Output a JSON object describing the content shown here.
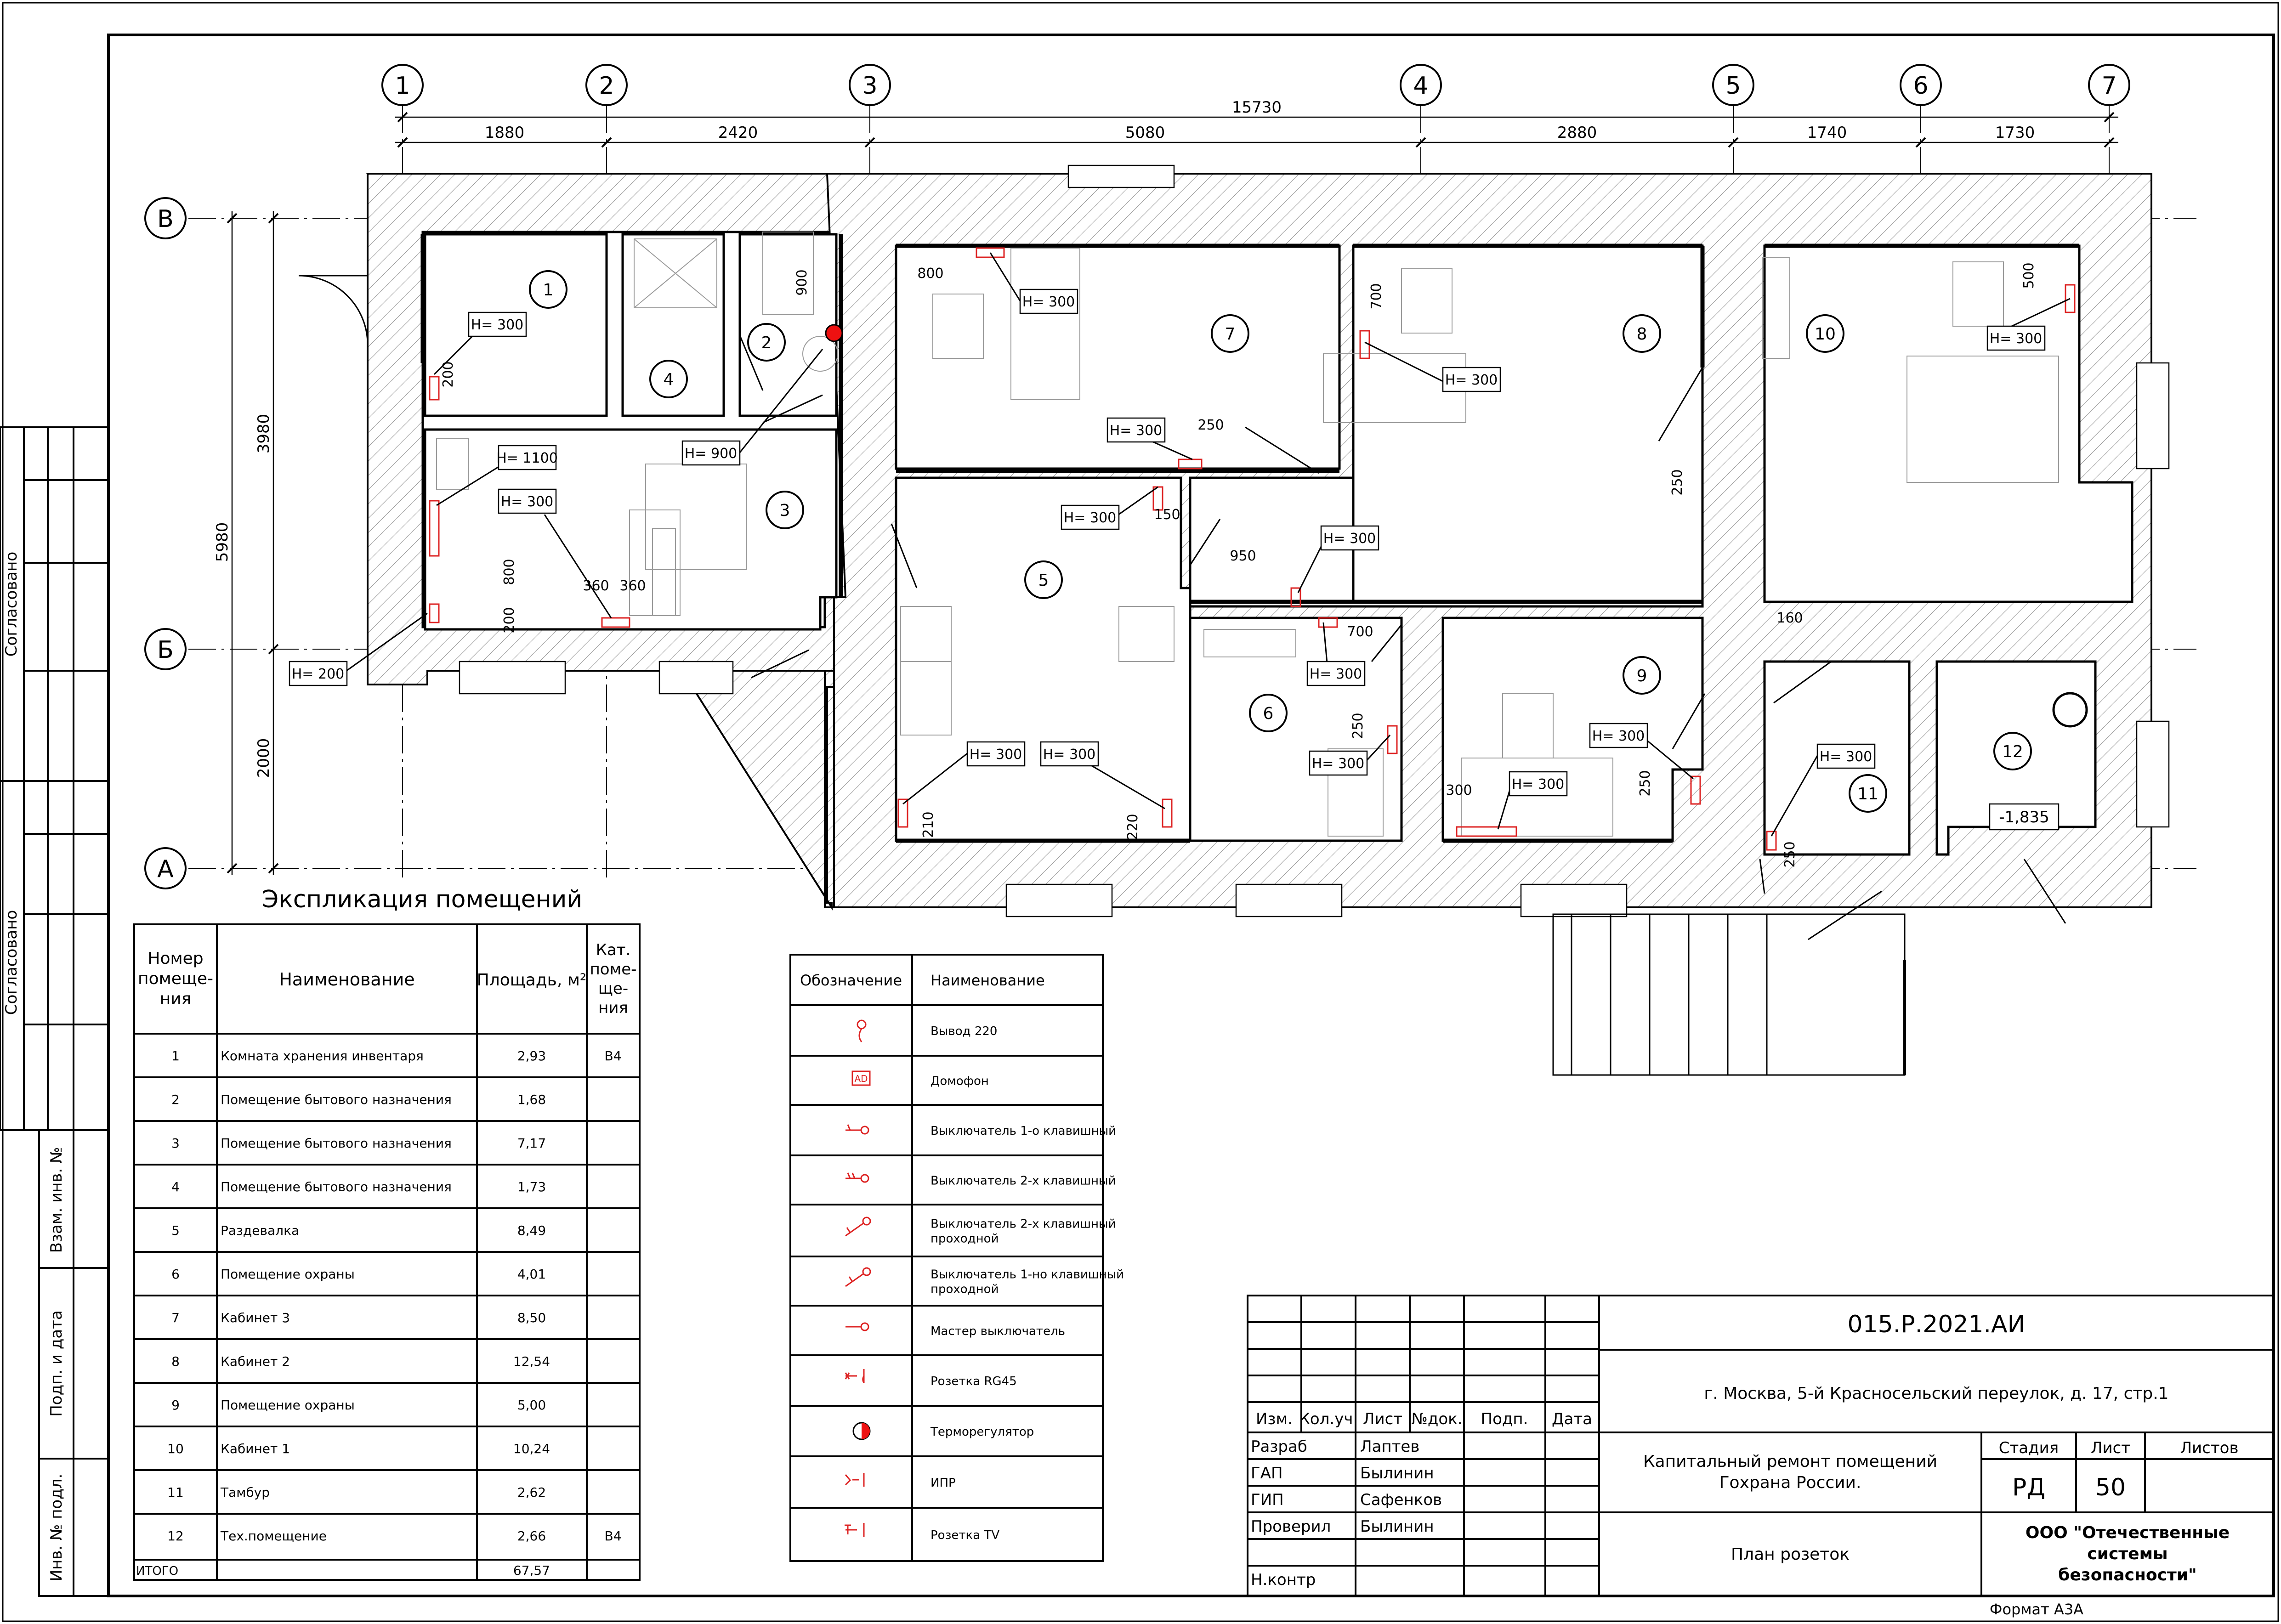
{
  "drawing": {
    "axes_cols": [
      "1",
      "2",
      "3",
      "4",
      "5",
      "6",
      "7"
    ],
    "axes_rows": [
      "В",
      "Б",
      "А"
    ],
    "dims_top": [
      "1880",
      "2420",
      "5080",
      "2880",
      "1740",
      "1730"
    ],
    "dim_total": "15730",
    "dims_left": [
      "3980",
      "2000"
    ],
    "dim_left_total": "5980",
    "rooms": [
      "1",
      "2",
      "3",
      "4",
      "5",
      "6",
      "7",
      "8",
      "9",
      "10",
      "11",
      "12"
    ],
    "level_mark": "-1,835",
    "h_labels": {
      "r1": "H= 300",
      "r3a": "H= 1100",
      "r3b": "H= 300",
      "r3c": "H= 900",
      "r3d": "H= 200",
      "r7": "H= 300",
      "r7b": "H= 300",
      "r5a": "H= 300",
      "r8": "H= 300",
      "r8b": "H= 300",
      "r10": "H= 300",
      "r5b": "H= 300",
      "r5c": "H= 300",
      "r6a": "H= 300",
      "r6b": "H= 300",
      "r9a": "H= 300",
      "r9b": "H= 300",
      "r11": "H= 300"
    },
    "small_dims": {
      "d800": "800",
      "d900": "900",
      "d200a": "200",
      "d800b": "800",
      "d200b": "200",
      "d360a": "360",
      "d360b": "360",
      "d250a": "250",
      "d150": "150",
      "d950": "950",
      "d700a": "700",
      "d700b": "700",
      "d500": "500",
      "d250b": "250",
      "d160": "160",
      "d250c": "250",
      "d210": "210",
      "d220": "220",
      "d300": "300",
      "d250d": "250",
      "d250e": "250"
    }
  },
  "explication": {
    "title": "Экспликация помещений",
    "headers": [
      "Номер помеще-ния",
      "Наименование",
      "Площадь, м²",
      "Кат. поме-ще-ния"
    ],
    "rows": [
      {
        "num": "1",
        "name": "Комната хранения инвентаря",
        "area": "2,93",
        "cat": "В4"
      },
      {
        "num": "2",
        "name": "Помещение бытового назначения",
        "area": "1,68",
        "cat": ""
      },
      {
        "num": "3",
        "name": "Помещение бытового назначения",
        "area": "7,17",
        "cat": ""
      },
      {
        "num": "4",
        "name": "Помещение бытового назначения",
        "area": "1,73",
        "cat": ""
      },
      {
        "num": "5",
        "name": "Раздевалка",
        "area": "8,49",
        "cat": ""
      },
      {
        "num": "6",
        "name": "Помещение охраны",
        "area": "4,01",
        "cat": ""
      },
      {
        "num": "7",
        "name": "Кабинет 3",
        "area": "8,50",
        "cat": ""
      },
      {
        "num": "8",
        "name": "Кабинет 2",
        "area": "12,54",
        "cat": ""
      },
      {
        "num": "9",
        "name": "Помещение охраны",
        "area": "5,00",
        "cat": ""
      },
      {
        "num": "10",
        "name": "Кабинет 1",
        "area": "10,24",
        "cat": ""
      },
      {
        "num": "11",
        "name": "Тамбур",
        "area": "2,62",
        "cat": ""
      },
      {
        "num": "12",
        "name": "Тех.помещение",
        "area": "2,66",
        "cat": "В4"
      }
    ],
    "total_label": "ИТОГО",
    "total_area": "67,57"
  },
  "legend": {
    "headers": [
      "Обозначение",
      "Наименование"
    ],
    "rows": [
      {
        "icon": "outlet-220-icon",
        "name": "Вывод 220"
      },
      {
        "icon": "intercom-icon",
        "symbol": "АD",
        "name": "Домофон"
      },
      {
        "icon": "switch-1-icon",
        "name": "Выключатель 1-о клавишный"
      },
      {
        "icon": "switch-2-icon",
        "name": "Выключатель 2-х клавишный"
      },
      {
        "icon": "switch-2-pass-icon",
        "name": "Выключатель 2-х клавишный проходной"
      },
      {
        "icon": "switch-1-pass-icon",
        "name": "Выключатель 1-но клавишный проходной"
      },
      {
        "icon": "master-switch-icon",
        "name": "Мастер выключатель"
      },
      {
        "icon": "socket-rg45-icon",
        "name": "Розетка RG45"
      },
      {
        "icon": "thermostat-icon",
        "name": "Терморегулятор"
      },
      {
        "icon": "ipr-icon",
        "name": "ИПР"
      },
      {
        "icon": "socket-tv-icon",
        "name": "Розетка TV"
      }
    ]
  },
  "side_stamps": {
    "agreed1": "Согласовано",
    "agreed2": "Согласовано",
    "inv_replace": "Взам. инв. №",
    "sign_date": "Подп. и дата",
    "inv_orig": "Инв. № подл."
  },
  "title_block": {
    "code": "015.Р.2021.АИ",
    "address": "г. Москва, 5-й Красносельский переулок, д. 17, стр.1",
    "col_headers": [
      "Изм.",
      "Кол.уч.",
      "Лист",
      "№док.",
      "Подп.",
      "Дата"
    ],
    "roles": [
      {
        "role": "Разраб",
        "name": "Лаптев"
      },
      {
        "role": "ГАП",
        "name": "Былинин"
      },
      {
        "role": "ГИП",
        "name": "Сафенков"
      },
      {
        "role": "Проверил",
        "name": "Былинин"
      },
      {
        "role": "",
        "name": ""
      },
      {
        "role": "Н.контр",
        "name": ""
      }
    ],
    "project": "Капитальный ремонт помещений Гохрана России.",
    "stage_label": "Стадия",
    "sheet_label": "Лист",
    "sheets_label": "Листов",
    "stage": "РД",
    "sheet": "50",
    "sheets": "",
    "plan_name": "План розеток",
    "company": "ООО \"Отечественные системы безопасности\"",
    "format": "Формат А3А"
  }
}
